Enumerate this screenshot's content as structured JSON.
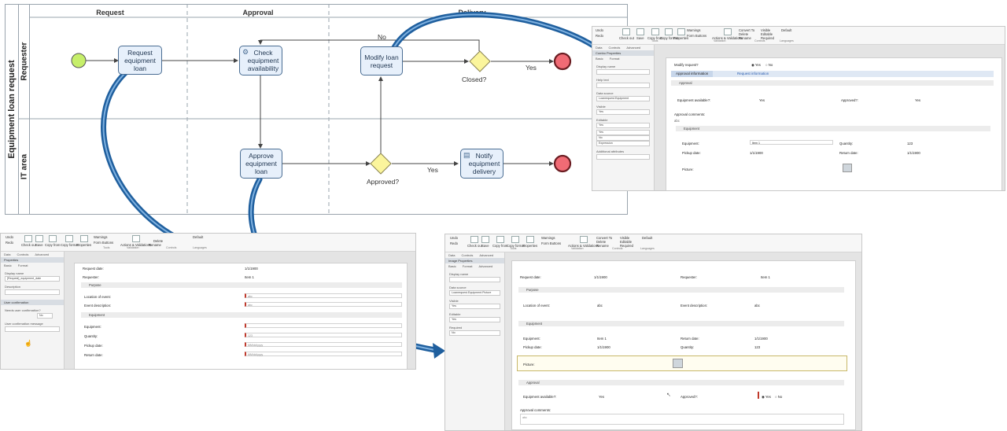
{
  "diagram": {
    "pool": "Equipment loan request",
    "lanes": [
      "Requester",
      "IT area"
    ],
    "phases": [
      "Request",
      "Approval",
      "Delivery"
    ],
    "tasks": {
      "request": "Request equipment loan",
      "check": "Check equipment availability",
      "modify": "Modify loan request",
      "approve": "Approve equipment loan",
      "notify": "Notify equipment delivery"
    },
    "gateways": {
      "closed": "Closed?",
      "approved": "Approved?"
    },
    "flows": {
      "no": "No",
      "yes_closed": "Yes",
      "yes_approved": "Yes"
    }
  },
  "ribbon": {
    "undo": "Undo",
    "redo": "Redo",
    "checkout": "Check out",
    "save": "Save",
    "copy_from": "Copy from",
    "copy_format": "Copy format",
    "properties": "Properties",
    "warnings": "Warnings",
    "form_buttons": "Form Buttons",
    "actions": "Actions & Validations",
    "convert": "Convert To",
    "delete": "Delete",
    "rename": "Rename",
    "visible": "Visible",
    "editable": "Editable",
    "required": "Required",
    "default": "Default",
    "group_tools": "Tools",
    "group_validation": "Validation",
    "group_controls": "Controls",
    "group_languages": "Languages"
  },
  "panel": {
    "tab_data": "Data",
    "tab_controls": "Controls",
    "tab_advanced": "Advanced",
    "properties": "Properties",
    "combo_properties": "Combo Properties",
    "image_properties": "Image Properties",
    "basic": "Basic",
    "format": "Format",
    "display_name": "Display name",
    "display_value": "[Request]_equipment_date",
    "description": "Description",
    "help_text": "Help text",
    "user_confirmation": "User confirmation",
    "needs_user_confirmation": "Needs user confirmation?",
    "no": "No",
    "confirmation_message": "User confirmation message",
    "data_source": "Data source",
    "data_source_value": "Loanrequest.Equipment",
    "data_source_value_img": "Loanrequest.Equipment.Picture",
    "visible": "Visible",
    "editable": "Editable",
    "required": "Required",
    "yes": "Yes",
    "expression": "Expression",
    "additional_attributes": "Additional attributes"
  },
  "form_request": {
    "request_date": "Request date:",
    "request_date_val": "1/1/1900",
    "requester": "Requester:",
    "requester_val": "Item 1",
    "sec_purpose": "Purpose",
    "location": "Location of event:",
    "location_val": "abc",
    "event_desc": "Event description:",
    "event_desc_val": "abc",
    "sec_equipment": "Equipment",
    "equipment": "Equipment:",
    "quantity": "Quantity:",
    "quantity_val": "123",
    "pickup": "Pickup date:",
    "pickup_val": "MM/dd/yyyy",
    "return": "Return date:",
    "return_val": "MM/dd/yyyy"
  },
  "form_modify": {
    "modify_request": "Modify request?",
    "yes": "Yes",
    "no": "No",
    "tab_approval": "Approval information",
    "tab_request": "Request information",
    "sec_approval": "Approval",
    "equipment_available": "Equipment available?:",
    "available_val": "Yes",
    "approved": "Approved?:",
    "approved_val": "Yes",
    "approval_comments": "Approval comments:",
    "comments_val": "abc",
    "sec_equipment": "Equipment",
    "equipment": "Equipment:",
    "equipment_val": "Item 1",
    "quantity": "Quantity:",
    "quantity_val": "123",
    "pickup": "Pickup date:",
    "pickup_val": "1/1/1900",
    "return": "Return date:",
    "return_val": "1/1/1900",
    "picture": "Picture:"
  },
  "form_approve": {
    "request_date": "Request date:",
    "request_date_val": "1/1/1900",
    "requester": "Requester:",
    "requester_val": "Item 1",
    "sec_purpose": "Purpose",
    "location": "Location of event:",
    "location_val": "abc",
    "event_desc": "Event description:",
    "event_desc_val": "abc",
    "sec_equipment": "Equipment",
    "equipment": "Equipment:",
    "equipment_val": "Item 1",
    "return": "Return date:",
    "return_val": "1/1/1900",
    "pickup": "Pickup date:",
    "pickup_val": "1/1/1900",
    "quantity": "Quantity:",
    "quantity_val": "123",
    "picture": "Picture:",
    "sec_approval": "Approval",
    "equipment_available": "Equipment available?:",
    "available_val": "Yes",
    "approved": "Approved?:",
    "yes": "Yes",
    "no": "No",
    "approval_comments": "Approval comments:",
    "comments_val": "abc"
  }
}
